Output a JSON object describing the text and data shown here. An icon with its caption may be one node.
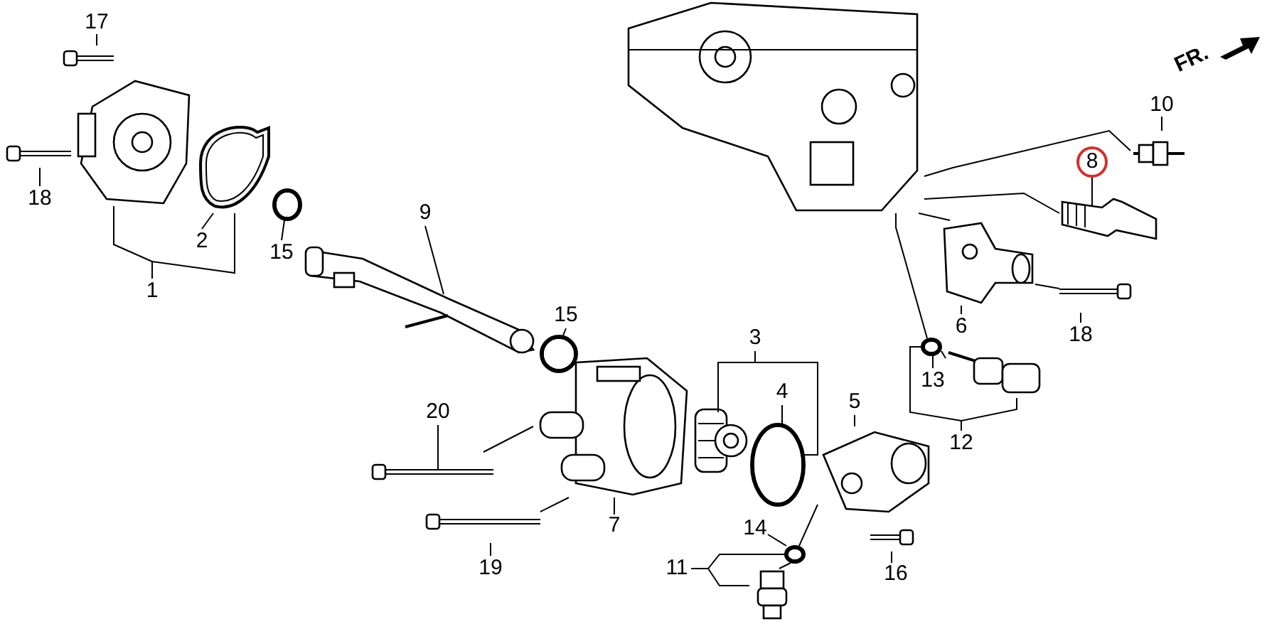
{
  "diagram": {
    "nodes": [
      {
        "text": [
          "17"
        ]
      },
      {
        "text": [
          "18"
        ]
      },
      {
        "text": [
          "1"
        ]
      },
      {
        "text": [
          "2"
        ]
      },
      {
        "text": [
          "15"
        ]
      },
      {
        "text": [
          "9"
        ]
      },
      {
        "text": [
          "15"
        ]
      },
      {
        "text": [
          "20"
        ]
      },
      {
        "text": [
          "3"
        ]
      },
      {
        "text": [
          "4"
        ]
      },
      {
        "text": [
          "7"
        ]
      },
      {
        "text": [
          "5"
        ]
      },
      {
        "text": [
          "19"
        ]
      },
      {
        "text": [
          "11"
        ]
      },
      {
        "text": [
          "14"
        ]
      },
      {
        "text": [
          "16"
        ]
      },
      {
        "text": [
          "10"
        ]
      },
      {
        "text": [
          "8"
        ]
      },
      {
        "text": [
          "6"
        ]
      },
      {
        "text": [
          "18"
        ]
      },
      {
        "text": [
          "13"
        ]
      },
      {
        "text": [
          "12"
        ]
      },
      {
        "text": [],
        "shape": "picture"
      },
      {
        "text": [],
        "shape": "picture"
      },
      {
        "text": [],
        "shape": "picture"
      },
      {
        "text": [],
        "shape": "picture"
      },
      {
        "text": [],
        "shape": "picture"
      },
      {
        "text": [],
        "shape": "picture"
      },
      {
        "text": [],
        "shape": "picture"
      },
      {
        "text": [],
        "shape": "picture"
      },
      {
        "text": [],
        "shape": "picture"
      },
      {
        "text": [],
        "shape": "picture"
      },
      {
        "text": [],
        "shape": "picture"
      },
      {
        "text": [],
        "shape": "picture"
      },
      {
        "text": [],
        "shape": "picture"
      },
      {
        "text": [],
        "shape": "picture"
      },
      {
        "text": [],
        "shape": "picture"
      },
      {
        "text": [],
        "shape": "picture"
      },
      {
        "text": [],
        "shape": "picture"
      },
      {
        "text": [],
        "shape": "picture"
      },
      {
        "text": [],
        "shape": "picture"
      },
      {
        "text": [],
        "shape": "picture"
      },
      {
        "text": [],
        "shape": "picture"
      },
      {
        "text": [],
        "shape": "picture"
      },
      {
        "text": [],
        "shape": "picture"
      }
    ],
    "edges": [
      {
        "from": 0,
        "to": 22,
        "arrow": "none"
      },
      {
        "from": 1,
        "to": 23,
        "arrow": "none"
      },
      {
        "from": 2,
        "to": 24,
        "arrow": "none"
      },
      {
        "from": 2,
        "to": 25,
        "arrow": "none"
      },
      {
        "from": 3,
        "to": 25,
        "arrow": "none"
      },
      {
        "from": 4,
        "to": 26,
        "arrow": "none"
      },
      {
        "from": 5,
        "to": 27,
        "arrow": "none"
      },
      {
        "from": 6,
        "to": 28,
        "arrow": "none"
      },
      {
        "from": 7,
        "to": 29,
        "arrow": "none"
      },
      {
        "from": 8,
        "to": 30,
        "arrow": "none"
      },
      {
        "from": 8,
        "to": 31,
        "arrow": "none"
      },
      {
        "from": 9,
        "to": 31,
        "arrow": "none"
      },
      {
        "from": 10,
        "to": 32,
        "arrow": "none"
      },
      {
        "from": 11,
        "to": 33,
        "arrow": "none"
      },
      {
        "from": 12,
        "to": 34,
        "arrow": "none"
      },
      {
        "from": 13,
        "to": 35,
        "arrow": "none"
      },
      {
        "from": 13,
        "to": 36,
        "arrow": "none"
      },
      {
        "from": 14,
        "to": 36,
        "arrow": "none"
      },
      {
        "from": 15,
        "to": 37,
        "arrow": "none"
      },
      {
        "from": 16,
        "to": 39,
        "arrow": "none"
      },
      {
        "from": 17,
        "to": 40,
        "arrow": "none"
      },
      {
        "from": 18,
        "to": 41,
        "arrow": "none"
      },
      {
        "from": 19,
        "to": 42,
        "arrow": "none"
      },
      {
        "from": 20,
        "to": 43,
        "arrow": "none"
      },
      {
        "from": 21,
        "to": 44,
        "arrow": "none"
      },
      {
        "from": 21,
        "to": 43,
        "arrow": "none"
      },
      {
        "from": 39,
        "to": 38,
        "arrow": "none"
      },
      {
        "from": 40,
        "to": 38,
        "arrow": "none"
      },
      {
        "from": 42,
        "to": 41,
        "arrow": "none"
      },
      {
        "from": 41,
        "to": 38,
        "arrow": "none"
      },
      {
        "from": 43,
        "to": 38,
        "arrow": "none"
      },
      {
        "from": 29,
        "to": 32,
        "arrow": "none"
      },
      {
        "from": 34,
        "to": 32,
        "arrow": "none"
      },
      {
        "from": 36,
        "to": 33,
        "arrow": "none"
      },
      {
        "from": 35,
        "to": 36,
        "arrow": "none"
      },
      {
        "from": 44,
        "to": 43,
        "arrow": "none"
      }
    ],
    "labels": [
      "FR."
    ]
  }
}
